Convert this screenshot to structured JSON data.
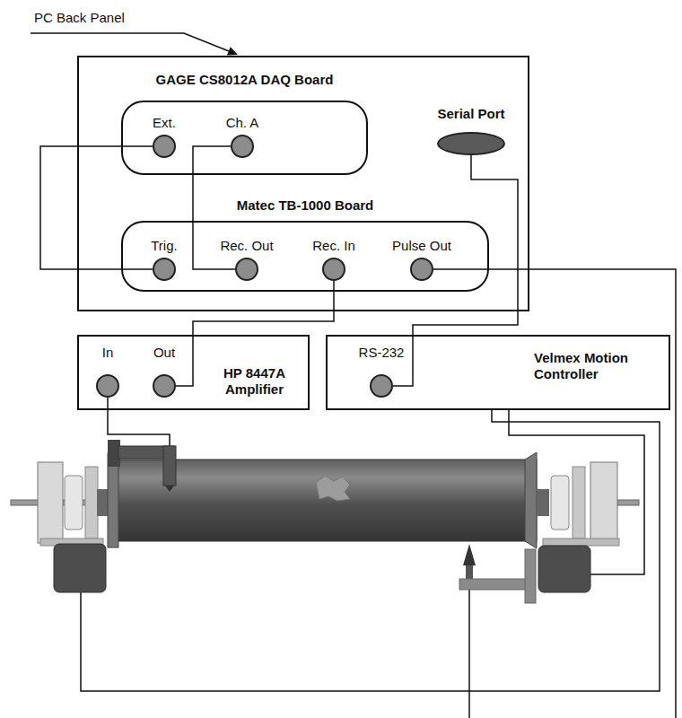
{
  "diagram": {
    "nodes": [
      {
        "text": [
          "PC Back Panel"
        ]
      },
      {
        "text": [
          "GAGE CS8012A DAQ Board"
        ],
        "in": 0
      },
      {
        "text": [
          "Ext."
        ],
        "in": 1
      },
      {
        "text": [
          "Ch. A"
        ],
        "in": 1
      },
      {
        "text": [
          "Serial Port"
        ],
        "in": 0
      },
      {
        "text": [
          "Matec TB-1000 Board"
        ],
        "in": 0
      },
      {
        "text": [
          "Trig."
        ],
        "in": 5
      },
      {
        "text": [
          "Rec. Out"
        ],
        "in": 5
      },
      {
        "text": [
          "Rec. In"
        ],
        "in": 5
      },
      {
        "text": [
          "Pulse Out"
        ],
        "in": 5
      },
      {
        "text": [
          "HP 8447A Amplifier"
        ]
      },
      {
        "text": [
          "In"
        ],
        "in": 10
      },
      {
        "text": [
          "Out"
        ],
        "in": 10
      },
      {
        "text": [
          "Velmex Motion Controller"
        ]
      },
      {
        "text": [
          "RS-232"
        ],
        "in": 13
      }
    ],
    "edges": [
      {
        "from": 2,
        "to": 6,
        "arrow": "none"
      },
      {
        "from": 3,
        "to": 7,
        "arrow": "none"
      },
      {
        "from": 8,
        "to": 12,
        "arrow": "none"
      },
      {
        "from": 4,
        "to": 14,
        "arrow": "none"
      }
    ]
  }
}
